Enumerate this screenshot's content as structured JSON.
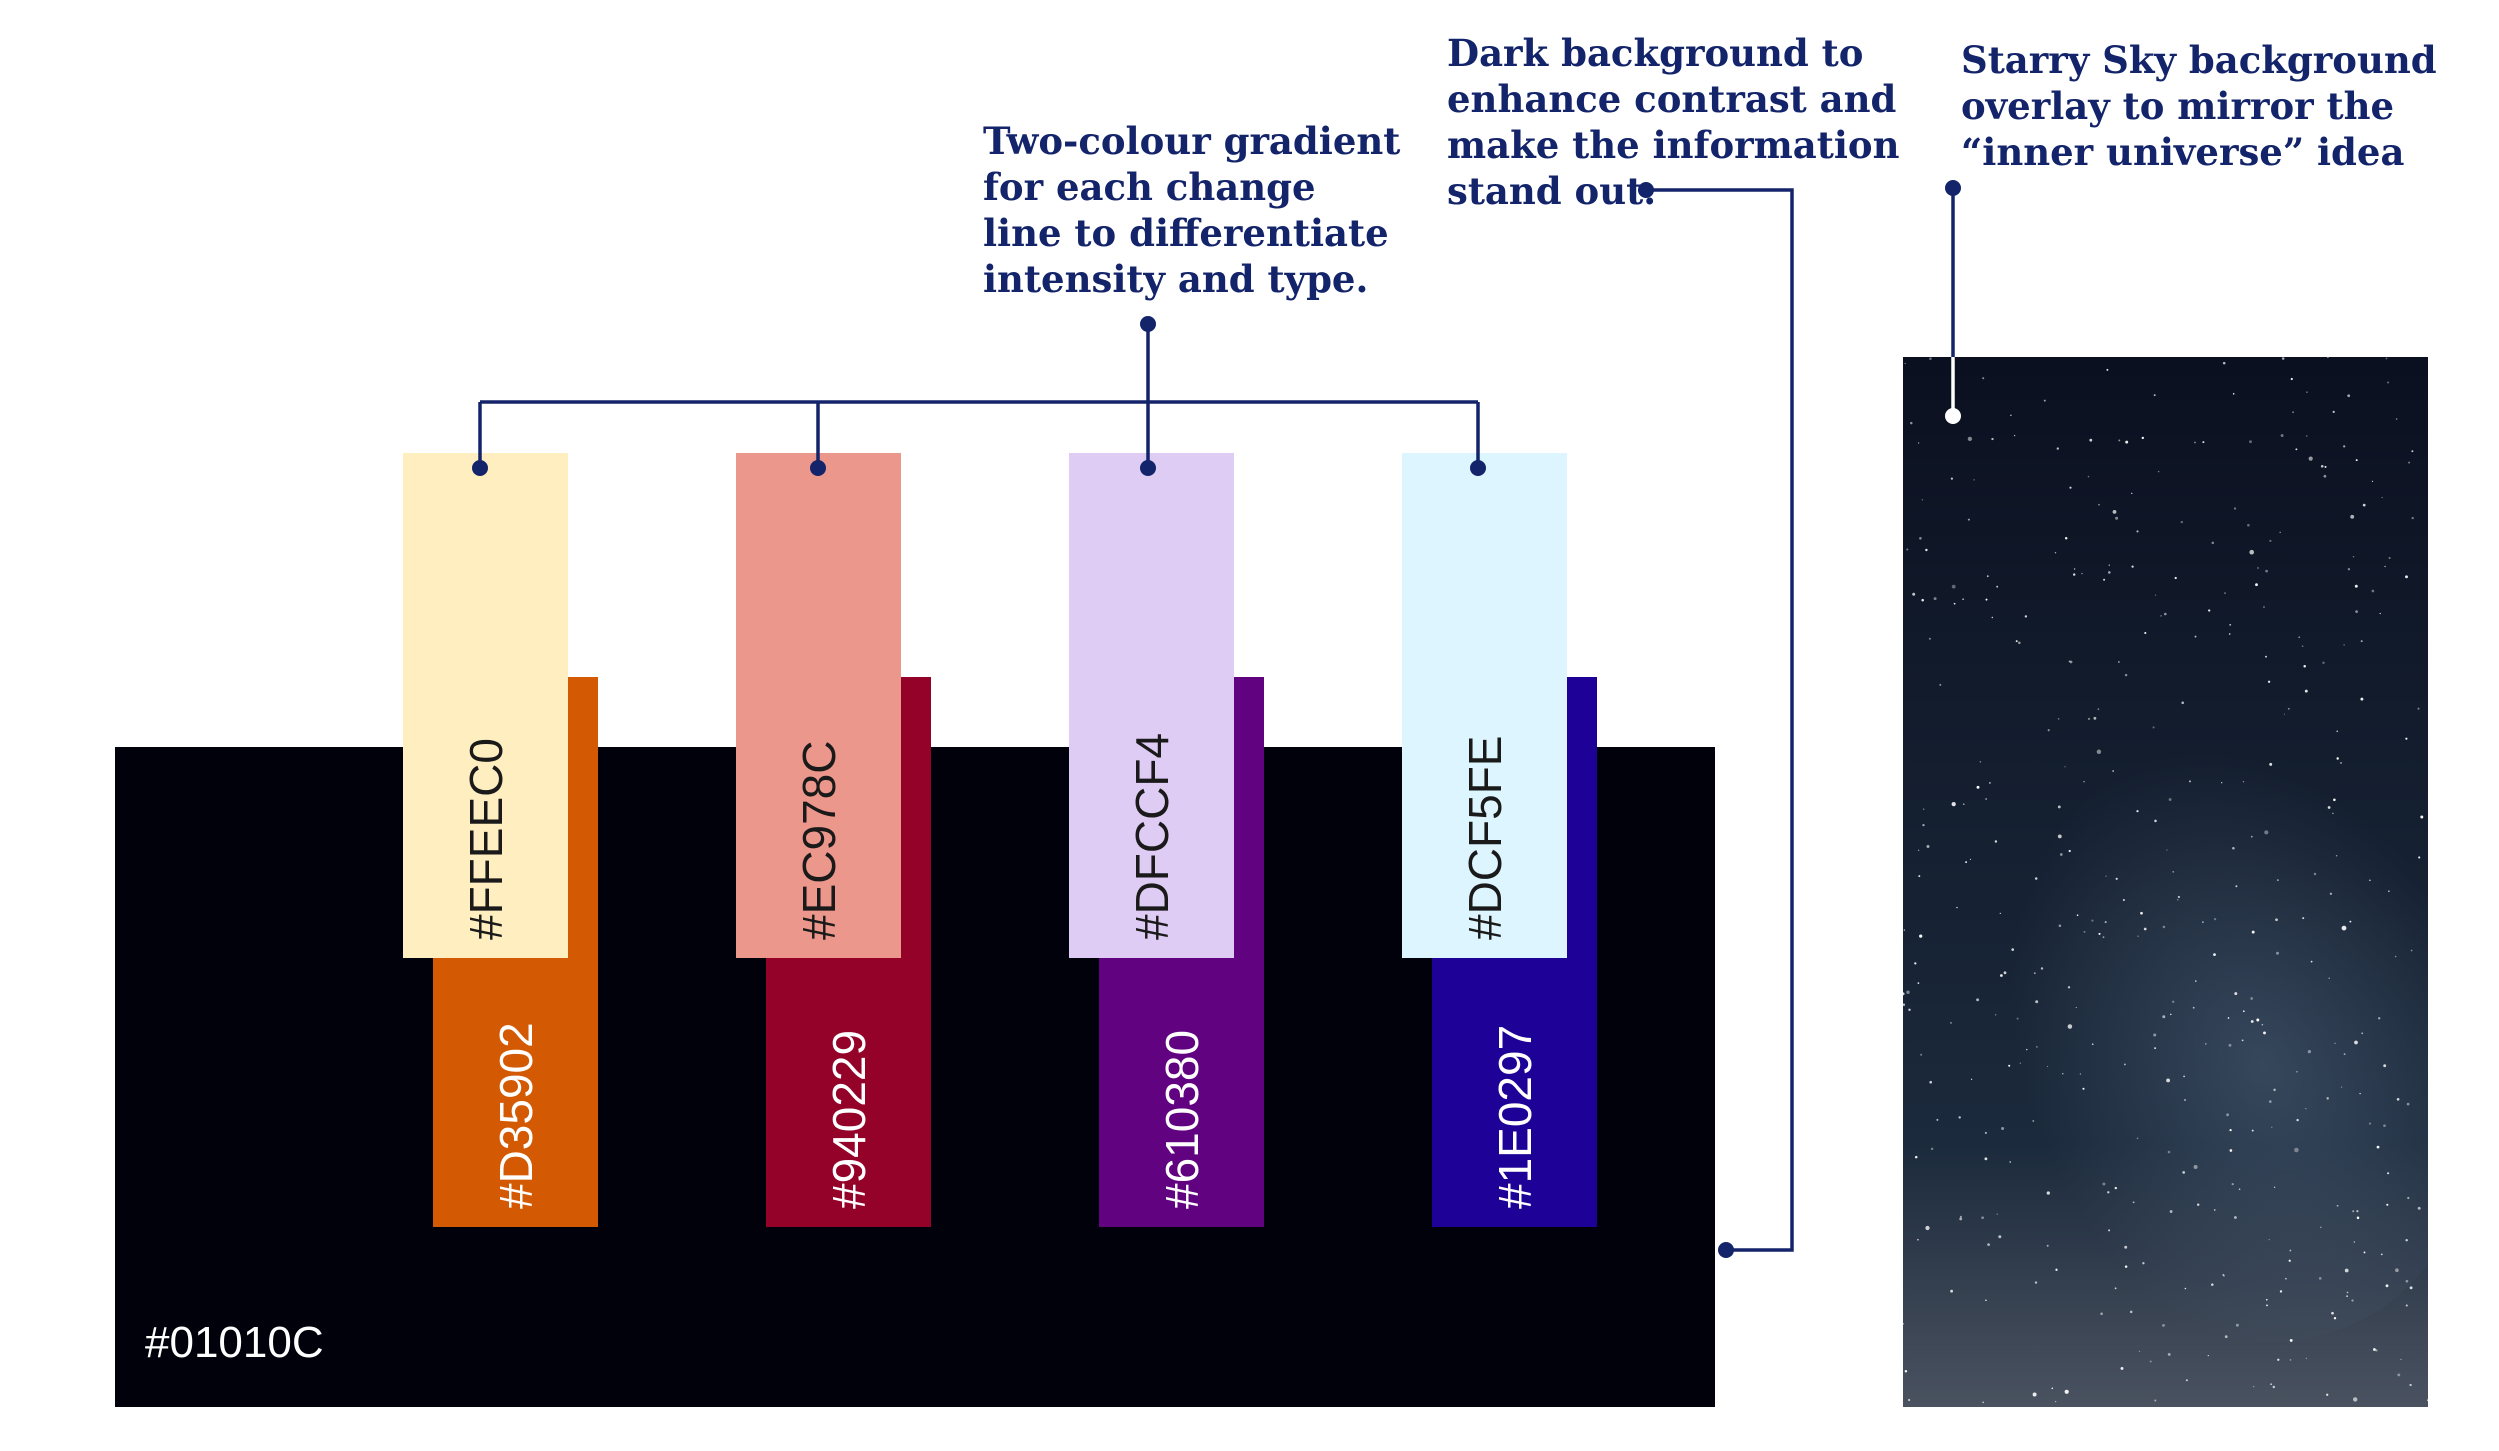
{
  "annotations": {
    "gradient": "Two-colour gradient\nfor each change\nline to differentiate\nintensity and type.",
    "dark_background": "Dark background to\nenhance contrast and\nmake the information\nstand out.",
    "starry_sky": "Starry Sky background\noverlay to mirror the\n“inner universe” idea"
  },
  "background": {
    "label": "#01010C",
    "color": "#01010C"
  },
  "palette": [
    {
      "light": {
        "label": "#FFEEC0",
        "color": "#FFEEC0",
        "text_color": "#1a1a1a"
      },
      "dark": {
        "label": "#D35902",
        "color": "#D35902",
        "text_color": "#ffffff"
      }
    },
    {
      "light": {
        "label": "#EC978C",
        "color": "#EC978C",
        "text_color": "#1a1a1a"
      },
      "dark": {
        "label": "#940229",
        "color": "#940229",
        "text_color": "#ffffff"
      }
    },
    {
      "light": {
        "label": "#DFCCF4",
        "color": "#DFCCF4",
        "text_color": "#1a1a1a"
      },
      "dark": {
        "label": "#610380",
        "color": "#610380",
        "text_color": "#ffffff"
      }
    },
    {
      "light": {
        "label": "#DCF5FE",
        "color": "#DCF5FE",
        "text_color": "#1a1a1a"
      },
      "dark": {
        "label": "#1E0297",
        "color": "#1E0297",
        "text_color": "#ffffff"
      }
    }
  ],
  "colors": {
    "annotation_text": "#13246B",
    "connector": "#13246B",
    "sky_top": "#0b1020",
    "sky_bottom": "#4a5260"
  }
}
